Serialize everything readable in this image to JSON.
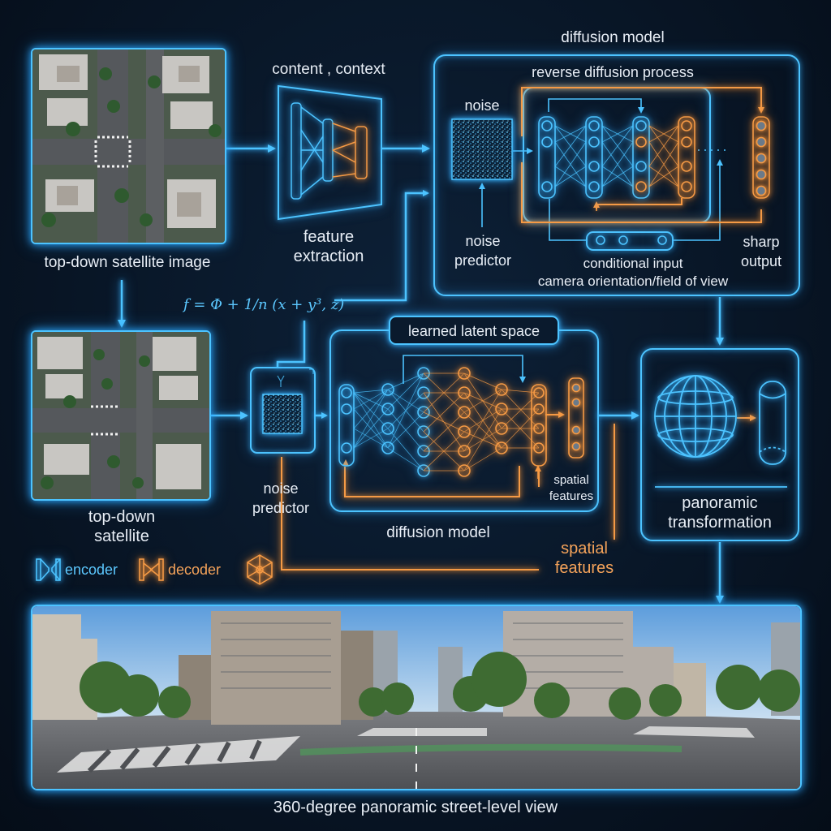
{
  "labels": {
    "satellite_top": "top-down satellite image",
    "content_context": "content , context",
    "feature_extraction": "feature\nextraction",
    "diffusion_model_top": "diffusion model",
    "reverse_diffusion": "reverse diffusion process",
    "noise": "noise",
    "noise_predictor_top": "noise\npredictor",
    "conditional_input": "conditional input",
    "camera_orientation": "camera orientation/field of view",
    "sharp_output": "sharp\noutput",
    "formula": "f = Φ + 1/n (x + y³, z)",
    "learned_latent": "learned latent space",
    "satellite_bottom": "top-down\nsatellite",
    "noise_predictor_mid": "noise\npredictor",
    "spatial_features_small": "spatial\nfeatures",
    "diffusion_model_mid": "diffusion model",
    "spatial_features_big": "spatial\nfeatures",
    "panoramic_transformation": "panoramic\ntransformation",
    "legend_encoder": "encoder",
    "legend_decoder": "decoder",
    "panorama_caption": "360-degree panoramic street-level view"
  },
  "colors": {
    "accent_blue": "#4cc3ff",
    "accent_orange": "#f59a45",
    "background": "#081525"
  }
}
